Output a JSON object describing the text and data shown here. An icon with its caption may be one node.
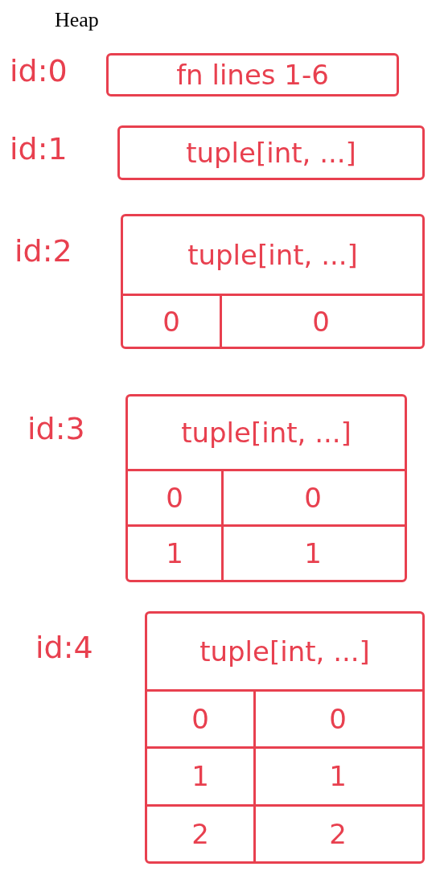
{
  "diagram": {
    "title": "Heap",
    "nodes": [
      {
        "text": [
          "id:0",
          "fn lines 1-6"
        ]
      },
      {
        "text": [
          "id:1",
          "tuple[int, ...]"
        ]
      },
      {
        "text": [
          "id:2",
          "tuple[int, ...]",
          "0",
          "0"
        ]
      },
      {
        "text": [
          "id:3",
          "tuple[int, ...]",
          "0",
          "0",
          "1",
          "1"
        ]
      },
      {
        "text": [
          "id:4",
          "tuple[int, ...]",
          "0",
          "0",
          "1",
          "1",
          "2",
          "2"
        ]
      }
    ],
    "edges": []
  }
}
